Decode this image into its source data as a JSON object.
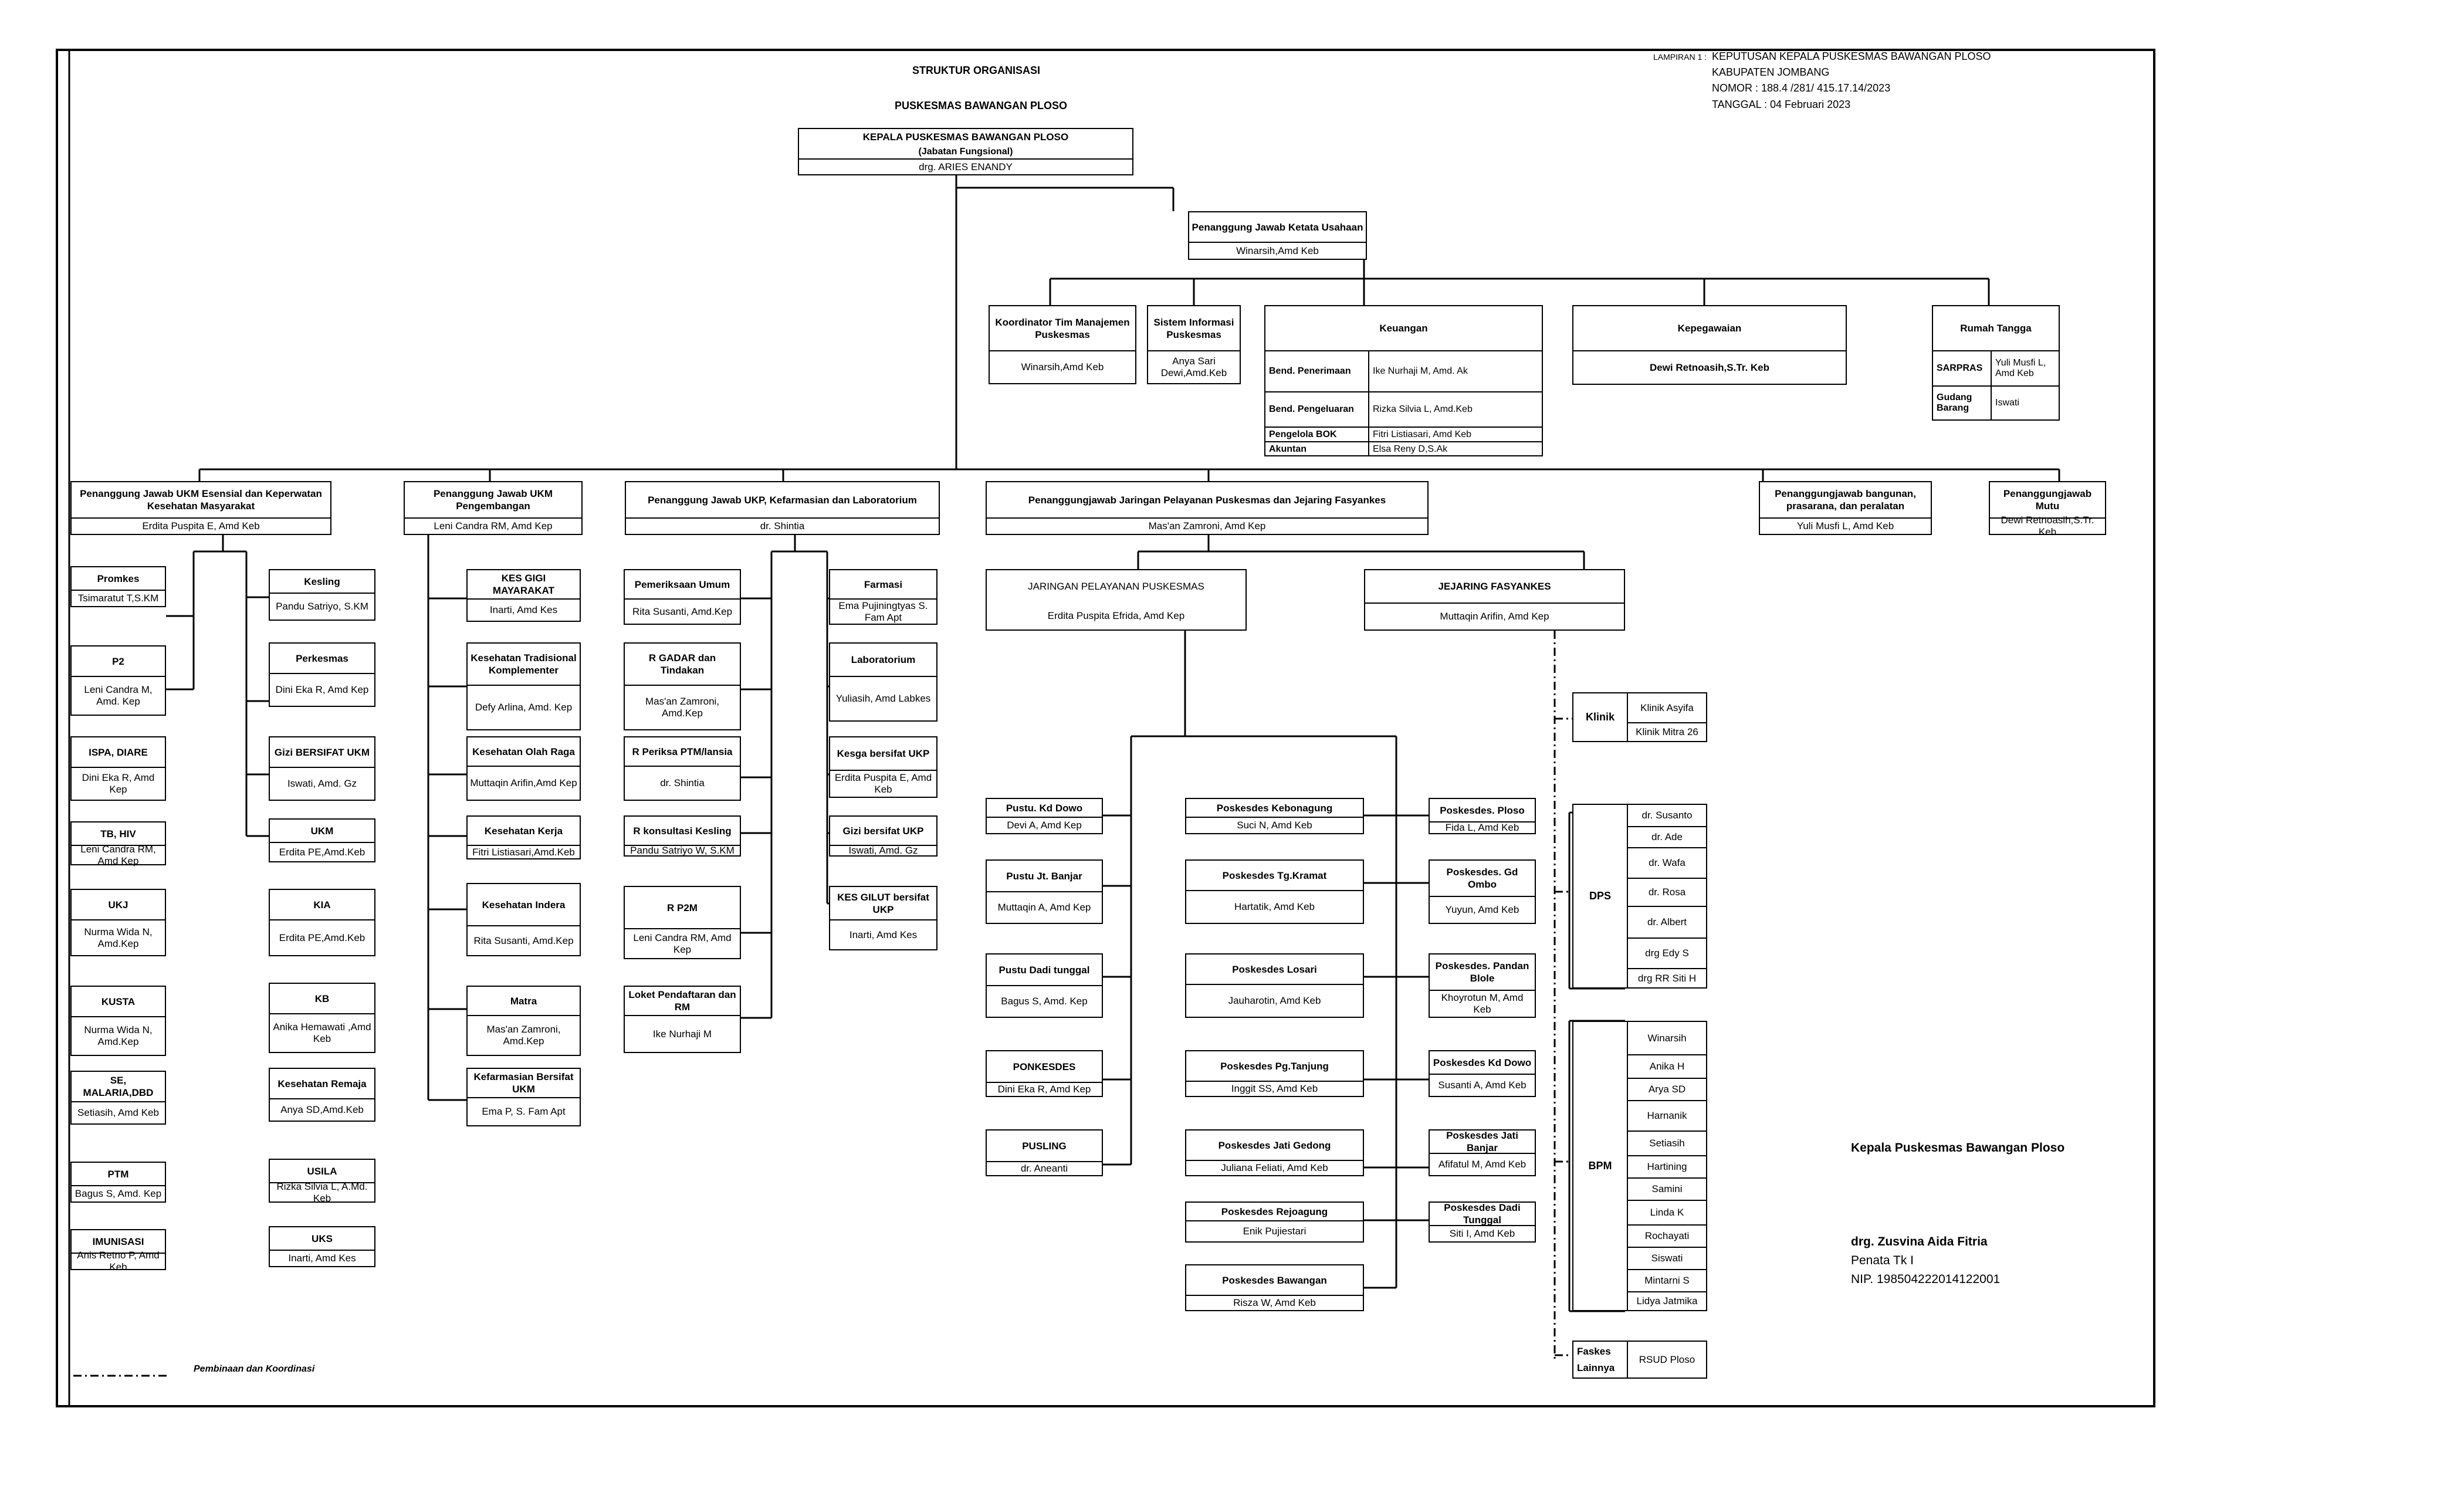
{
  "header": {
    "title": "STRUKTUR ORGANISASI",
    "subtitle": "PUSKESMAS BAWANGAN PLOSO",
    "lampiran_label": "LAMPIRAN 1  :",
    "lampiran_value": "KEPUTUSAN KEPALA PUSKESMAS BAWANGAN PLOSO",
    "kabupaten": "KABUPATEN JOMBANG",
    "nomor": "NOMOR       :  188.4 /281/ 415.17.14/2023",
    "tanggal": "TANGGAL   :  04 Februari 2023"
  },
  "kepala": {
    "title": "KEPALA PUSKESMAS BAWANGAN PLOSO",
    "sub": "(Jabatan Fungsional)",
    "name": "drg. ARIES ENANDY"
  },
  "tu": {
    "title": "Penanggung Jawab Ketata Usahaan",
    "name": "Winarsih,Amd Keb"
  },
  "tu_units": {
    "koordinator": {
      "title": "Koordinator Tim Manajemen Puskesmas",
      "name": "Winarsih,Amd Keb"
    },
    "sip": {
      "title": "Sistem Informasi Puskesmas",
      "name": "Anya Sari Dewi,Amd.Keb"
    },
    "keuangan": {
      "title": "Keuangan",
      "rows": [
        {
          "k": "Bend. Penerimaan",
          "v": "Ike Nurhaji M, Amd. Ak"
        },
        {
          "k": "Bend. Pengeluaran",
          "v": "Rizka Silvia L, Amd.Keb"
        },
        {
          "k": "Pengelola BOK",
          "v": "Fitri Listiasari, Amd Keb"
        },
        {
          "k": "Akuntan",
          "v": "Elsa Reny D,S.Ak"
        }
      ]
    },
    "kepegawaian": {
      "title": "Kepegawaian",
      "name": "Dewi Retnoasih,S.Tr. Keb"
    },
    "rumah_tangga": {
      "title": "Rumah Tangga",
      "rows": [
        {
          "k": "SARPRAS",
          "v": "Yuli Musfi L, Amd Keb"
        },
        {
          "k": "Gudang Barang",
          "v": "Iswati"
        }
      ]
    }
  },
  "pj": {
    "ukm": {
      "title": "Penanggung Jawab UKM Esensial dan Keperwatan Kesehatan Masyarakat",
      "name": "Erdita Puspita E, Amd Keb"
    },
    "ukm_dev": {
      "title": "Penanggung Jawab UKM Pengembangan",
      "name": "Leni Candra RM, Amd Kep"
    },
    "ukp": {
      "title": "Penanggung Jawab UKP, Kefarmasian dan Laboratorium",
      "name": "dr. Shintia"
    },
    "jaringan": {
      "title": "Penanggungjawab Jaringan Pelayanan Puskesmas dan Jejaring Fasyankes",
      "name": "Mas'an Zamroni, Amd Kep"
    },
    "bangunan": {
      "title": "Penanggungjawab  bangunan, prasarana, dan peralatan",
      "name": "Yuli Musfi L, Amd Keb"
    },
    "mutu": {
      "title": "Penanggungjawab Mutu",
      "name": "Dewi Retnoasih,S.Tr. Keb"
    }
  },
  "ukm_left": [
    {
      "t": "Promkes",
      "n": "Tsimaratut T,S.KM"
    },
    {
      "t": "P2",
      "n": "Leni Candra M, Amd. Kep"
    },
    {
      "t": "ISPA, DIARE",
      "n": "Dini Eka R, Amd Kep"
    },
    {
      "t": "TB, HIV",
      "n": "Leni Candra RM, Amd Kep"
    },
    {
      "t": "UKJ",
      "n": "Nurma Wida N, Amd.Kep"
    },
    {
      "t": "KUSTA",
      "n": "Nurma Wida N, Amd.Kep"
    },
    {
      "t": "SE, MALARIA,DBD",
      "n": "Setiasih, Amd Keb"
    },
    {
      "t": "PTM",
      "n": "Bagus S, Amd. Kep"
    },
    {
      "t": "IMUNISASI",
      "n": "Anis Retno P, Amd Keb"
    }
  ],
  "ukm_right": [
    {
      "t": "Kesling",
      "n": "Pandu Satriyo, S.KM"
    },
    {
      "t": "Perkesmas",
      "n": "Dini Eka R, Amd Kep"
    },
    {
      "t": "Gizi BERSIFAT UKM",
      "n": "Iswati, Amd. Gz"
    },
    {
      "t": "UKM",
      "n": "Erdita PE,Amd.Keb"
    },
    {
      "t": "KIA",
      "n": "Erdita PE,Amd.Keb"
    },
    {
      "t": "KB",
      "n": "Anika Hemawati ,Amd Keb"
    },
    {
      "t": "Kesehatan Remaja",
      "n": "Anya SD,Amd.Keb"
    },
    {
      "t": "USILA",
      "n": "Rizka Silvia L, A.Md. Keb"
    },
    {
      "t": "UKS",
      "n": "Inarti, Amd Kes"
    }
  ],
  "ukm_dev_items": [
    {
      "t": "KES GIGI MAYARAKAT",
      "n": "Inarti, Amd Kes"
    },
    {
      "t": "Kesehatan Tradisional Komplementer",
      "n": "Defy Arlina, Amd. Kep"
    },
    {
      "t": "Kesehatan Olah Raga",
      "n": "Muttaqin Arifin,Amd Kep"
    },
    {
      "t": "Kesehatan Kerja",
      "n": "Fitri Listiasari,Amd.Keb"
    },
    {
      "t": "Kesehatan Indera",
      "n": "Rita Susanti, Amd.Kep"
    },
    {
      "t": "Matra",
      "n": "Mas'an Zamroni, Amd.Kep"
    },
    {
      "t": "Kefarmasian Bersifat UKM",
      "n": "Ema P, S. Fam Apt"
    }
  ],
  "ukp_left": [
    {
      "t": "Pemeriksaan Umum",
      "n": "Rita Susanti, Amd.Kep"
    },
    {
      "t": "R GADAR dan Tindakan",
      "n": "Mas'an Zamroni, Amd.Kep"
    },
    {
      "t": "R Periksa PTM/lansia",
      "n": "dr. Shintia"
    },
    {
      "t": "R konsultasi Kesling",
      "n": "Pandu Satriyo W, S.KM"
    },
    {
      "t": "R P2M",
      "n": "Leni Candra RM, Amd Kep"
    },
    {
      "t": "Loket Pendaftaran dan RM",
      "n": "Ike Nurhaji M"
    }
  ],
  "ukp_right": [
    {
      "t": "Farmasi",
      "n": "Ema Pujiningtyas S. Fam Apt"
    },
    {
      "t": "Laboratorium",
      "n": "Yuliasih, Amd Labkes"
    },
    {
      "t": "Kesga bersifat UKP",
      "n": "Erdita Puspita E, Amd Keb"
    },
    {
      "t": "Gizi bersifat UKP",
      "n": "Iswati, Amd. Gz"
    },
    {
      "t": "KES GILUT bersifat UKP",
      "n": "Inarti, Amd Kes"
    }
  ],
  "jaringan_head": {
    "t": "JARINGAN PELAYANAN PUSKESMAS",
    "n": "Erdita Puspita Efrida, Amd Kep"
  },
  "jejaring_head": {
    "t": "JEJARING FASYANKES",
    "n": "Muttaqin Arifin, Amd Kep"
  },
  "pustu": [
    {
      "t": "Pustu. Kd Dowo",
      "n": "Devi A, Amd Kep"
    },
    {
      "t": "Pustu Jt. Banjar",
      "n": "Muttaqin A, Amd Kep"
    },
    {
      "t": "Pustu Dadi tunggal",
      "n": "Bagus S, Amd. Kep"
    },
    {
      "t": "PONKESDES",
      "n": "Dini Eka R, Amd Kep"
    },
    {
      "t": "PUSLING",
      "n": "dr. Aneanti"
    }
  ],
  "poskesdes_mid": [
    {
      "t": "Poskesdes Kebonagung",
      "n": "Suci N, Amd Keb"
    },
    {
      "t": "Poskesdes Tg.Kramat",
      "n": "Hartatik, Amd Keb"
    },
    {
      "t": "Poskesdes Losari",
      "n": "Jauharotin, Amd Keb"
    },
    {
      "t": "Poskesdes Pg.Tanjung",
      "n": "Inggit SS, Amd Keb"
    },
    {
      "t": "Poskesdes Jati Gedong",
      "n": "Juliana Feliati, Amd Keb"
    },
    {
      "t": "Poskesdes Rejoagung",
      "n": "Enik Pujiestari"
    },
    {
      "t": "Poskesdes Bawangan",
      "n": "Risza W, Amd Keb"
    }
  ],
  "poskesdes_right": [
    {
      "t": "Poskesdes. Ploso",
      "n": "Fida L, Amd Keb"
    },
    {
      "t": "Poskesdes. Gd Ombo",
      "n": "Yuyun, Amd Keb"
    },
    {
      "t": "Poskesdes. Pandan Blole",
      "n": "Khoyrotun M, Amd Keb"
    },
    {
      "t": "Poskesdes Kd Dowo",
      "n": "Susanti A, Amd Keb"
    },
    {
      "t": "Poskesdes Jati Banjar",
      "n": "Afifatul M, Amd Keb"
    },
    {
      "t": "Poskesdes Dadi Tunggal",
      "n": "Siti I, Amd Keb"
    }
  ],
  "klinik": {
    "label": "Klinik",
    "items": [
      "Klinik Asyifa",
      "Klinik Mitra 26"
    ]
  },
  "dps": {
    "label": "DPS",
    "items": [
      "dr. Susanto",
      "dr. Ade",
      "dr. Wafa",
      "dr. Rosa",
      "dr. Albert",
      "drg Edy S",
      "drg RR Siti H"
    ]
  },
  "bpm": {
    "label": "BPM",
    "items": [
      "Winarsih",
      "Anika H",
      "Arya SD",
      "Harnanik",
      "Setiasih",
      "Hartining",
      "Samini",
      "Linda K",
      "Rochayati",
      "Siswati",
      "Mintarni S",
      "Lidya Jatmika"
    ]
  },
  "faskes": {
    "label": "Faskes Lainnya",
    "items": [
      "RSUD Ploso"
    ]
  },
  "legend": {
    "label": "Pembinaan dan Koordinasi"
  },
  "signature": {
    "role": "Kepala Puskesmas Bawangan Ploso",
    "name": "drg. Zusvina Aida Fitria",
    "rank": "Penata Tk I",
    "nip": "NIP. 198504222014122001"
  }
}
